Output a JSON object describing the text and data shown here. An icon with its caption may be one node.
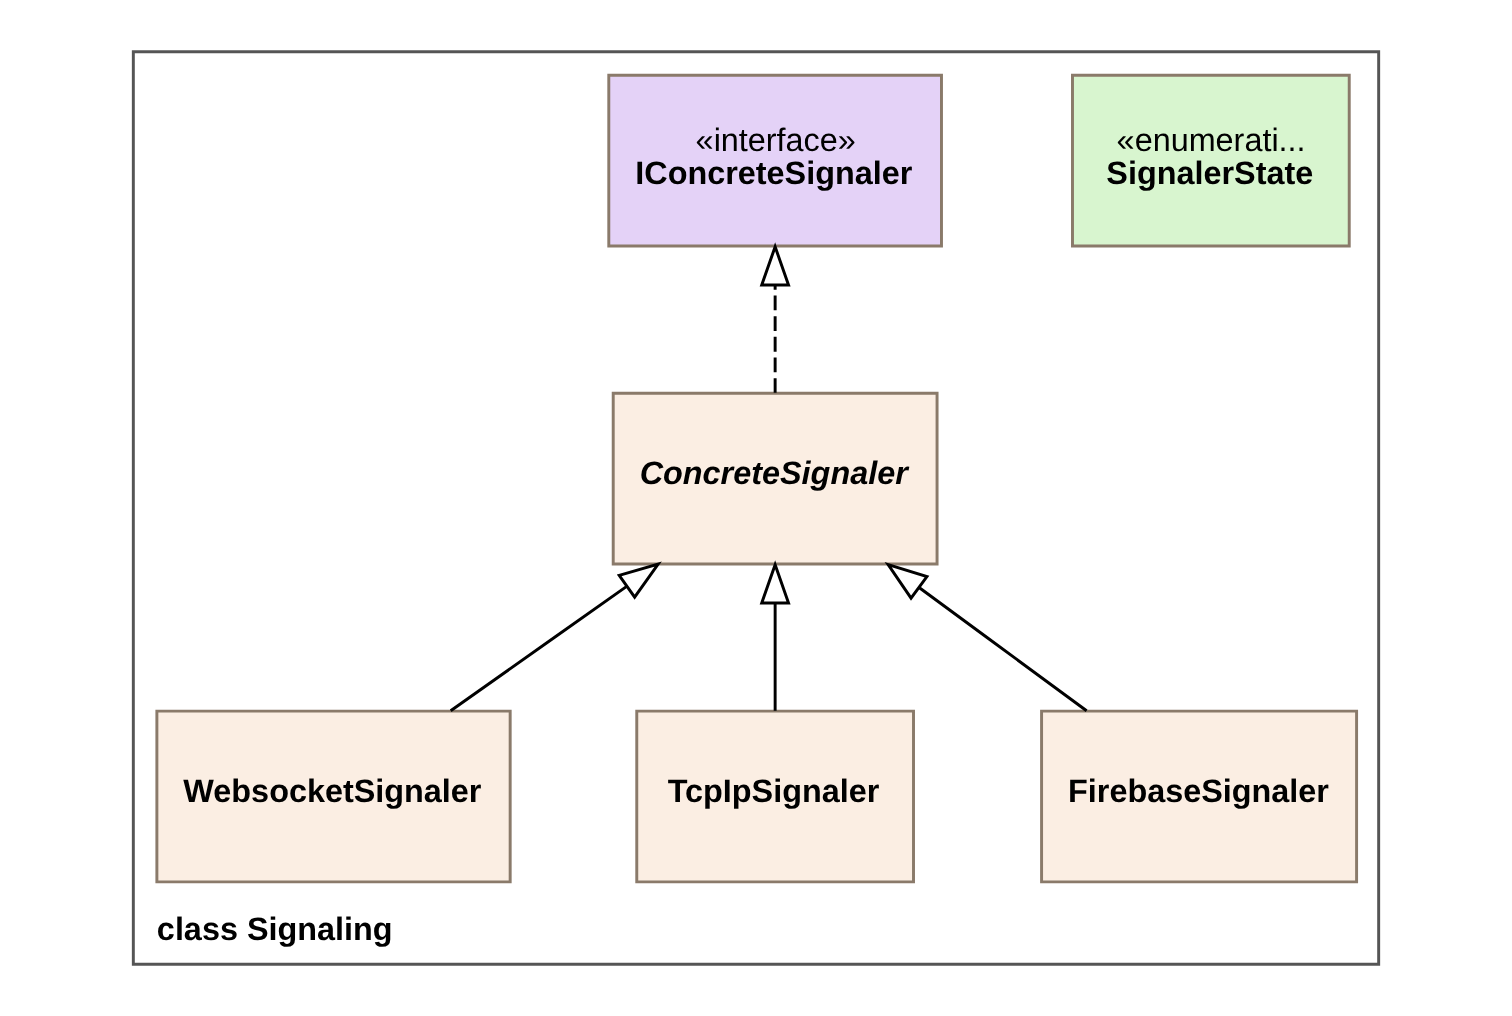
{
  "diagram": {
    "nodes": [
      {
        "text": [
          "class Signaling"
        ]
      },
      {
        "text": [
          "«interface»",
          "IConcreteSignaler"
        ],
        "in": 0
      },
      {
        "text": [
          "«enumerati...",
          "SignalerState"
        ],
        "in": 0
      },
      {
        "text": [
          "ConcreteSignaler"
        ],
        "in": 0
      },
      {
        "text": [
          "FirebaseSignaler"
        ],
        "in": 0
      },
      {
        "text": [
          "TcpIpSignaler"
        ],
        "in": 0
      },
      {
        "text": [
          "WebsocketSignaler"
        ],
        "in": 0
      }
    ],
    "edges": [
      {
        "from": 3,
        "to": 1,
        "arrow": "to",
        "style": "dashed"
      },
      {
        "from": 4,
        "to": 3,
        "arrow": "to"
      },
      {
        "from": 5,
        "to": 3,
        "arrow": "to"
      },
      {
        "from": 6,
        "to": 3,
        "arrow": "to"
      }
    ]
  }
}
